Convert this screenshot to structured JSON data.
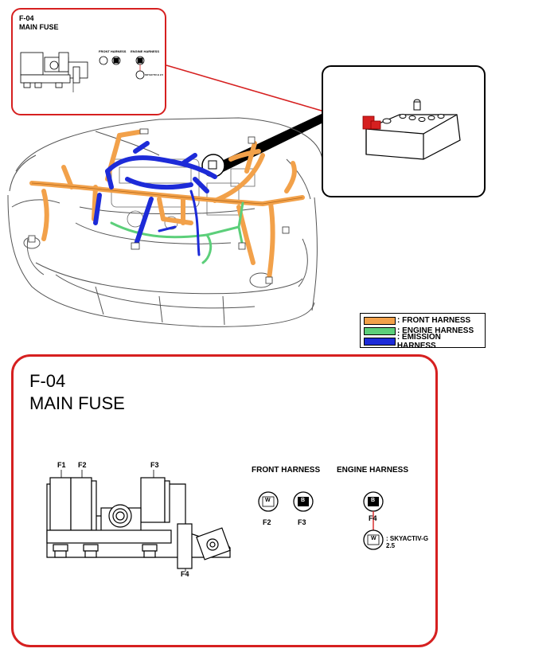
{
  "inset": {
    "code": "F-04",
    "title": "MAIN FUSE",
    "front_harness": "FRONT HARNESS",
    "engine_harness": "ENGINE HARNESS",
    "skyactiv": "SKYACTIV-G 2.5"
  },
  "legend": {
    "items": [
      {
        "label": ": FRONT HARNESS",
        "color": "#f2a14a"
      },
      {
        "label": ": ENGINE HARNESS",
        "color": "#5ccf7a"
      },
      {
        "label": ": EMISSION HARNESS",
        "color": "#1d2bd8"
      }
    ]
  },
  "main_fuse": {
    "code": "F-04",
    "title": "MAIN FUSE",
    "fuses": {
      "f1": "F1",
      "f2": "F2",
      "f3": "F3",
      "f4": "F4"
    },
    "front_harness": {
      "label": "FRONT HARNESS",
      "connectors": [
        {
          "letter": "W",
          "fuse": "F2"
        },
        {
          "letter": "B",
          "fuse": "F3"
        }
      ]
    },
    "engine_harness": {
      "label": "ENGINE HARNESS",
      "connector_top": {
        "letter": "B",
        "fuse": "F4"
      },
      "connector_bottom": {
        "letter": "W",
        "note": ": SKYACTIV-G 2.5"
      }
    }
  },
  "colors": {
    "accent_red": "#d62020",
    "front": "#f2a14a",
    "engine": "#5ccf7a",
    "emission": "#1d2bd8"
  }
}
